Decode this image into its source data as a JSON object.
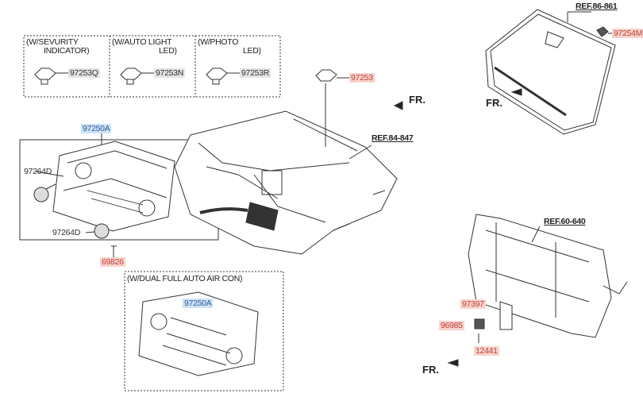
{
  "option_boxes": [
    {
      "caption_line1": "(W/SEVURITY",
      "caption_line2": "INDICATOR)",
      "part": "97253Q"
    },
    {
      "caption_line1": "(W/AUTO LIGHT",
      "caption_line2": "LED)",
      "part": "97253N"
    },
    {
      "caption_line1": "(W/PHOTO",
      "caption_line2": "LED)",
      "part": "97253R"
    }
  ],
  "dual_box_caption": "(W/DUAL FULL AUTO AIR CON)",
  "parts": {
    "p97253": "97253",
    "p97250A_top": "97250A",
    "p97264D_1": "97264D",
    "p97264D_2": "97264D",
    "p69826": "69826",
    "p97250A_dual": "97250A",
    "p97254M": "97254M",
    "p97397": "97397",
    "p96985": "96985",
    "p12441": "12441"
  },
  "refs": {
    "ref_crash_pad": "REF.84-847",
    "ref_windshield": "REF.86-861",
    "ref_carrier": "REF.60-640"
  },
  "front_marks": {
    "fr1": "FR.",
    "fr2": "FR.",
    "fr3": "FR."
  },
  "colors": {
    "highlight_pink": "#f7d3cd",
    "highlight_blue": "#cfe2f6",
    "highlight_gray": "#e4e4e4"
  }
}
